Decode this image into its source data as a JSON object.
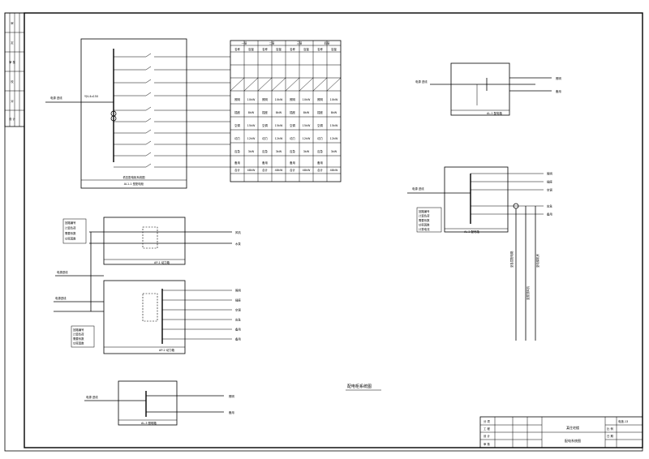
{
  "tblock_col1": [
    "分 项",
    "工 程",
    "设 计",
    "审 核"
  ],
  "tblock_project": "某住宅楼",
  "tblock_title": "配电系统图",
  "tblock_sheet": "电施-13",
  "tblock_scale": "比 例",
  "tblock_date": "日 期",
  "center_note": "配电柜系统图",
  "sideblock_labels": [
    "审",
    "定",
    "审 核",
    "校",
    "对",
    "设 计"
  ],
  "main_panel": {
    "incoming": "电源 进线",
    "cable": "YJV-4x150",
    "footer_1": "低压配电柜系统图",
    "footer_2": "AL1-1 型配电柜"
  },
  "table_header_groups": [
    "一层",
    "二层",
    "三层",
    "四层"
  ],
  "table_subhead": [
    "名称",
    "容量"
  ],
  "table_rows": [
    [
      "照明",
      "10kW",
      "照明",
      "10kW",
      "照明",
      "10kW",
      "照明",
      "10kW"
    ],
    [
      "插座",
      "8kW",
      "插座",
      "8kW",
      "插座",
      "8kW",
      "插座",
      "8kW"
    ],
    [
      "空调",
      "15kW",
      "空调",
      "15kW",
      "空调",
      "15kW",
      "空调",
      "15kW"
    ],
    [
      "动力",
      "12kW",
      "动力",
      "12kW",
      "动力",
      "12kW",
      "动力",
      "12kW"
    ],
    [
      "应急",
      "3kW",
      "应急",
      "3kW",
      "应急",
      "3kW",
      "应急",
      "3kW"
    ],
    [
      "备用",
      "",
      "备用",
      "",
      "备用",
      "",
      "备用",
      ""
    ]
  ],
  "table_totals": [
    "合计",
    "48kW",
    "合计",
    "48kW",
    "合计",
    "48kW",
    "合计",
    "48kW"
  ],
  "right_top": {
    "incoming": "电源 进线",
    "out1": "照明",
    "out2": "备用",
    "footer": "AL-1 配电箱"
  },
  "right_mid": {
    "incoming": "电源 进线",
    "footer": "AL-2 配电箱",
    "outs": [
      "照明",
      "插座",
      "空调",
      "应急",
      "备用"
    ],
    "legend": [
      "回路编号",
      "计算负荷",
      "需要系数",
      "功率因数",
      "计算电流"
    ]
  },
  "vertical_labels": [
    "至各层配电箱",
    "至屋顶风机",
    "至电梯机房"
  ],
  "left_mid_top": {
    "incoming": "电源进线",
    "footer": "AP-1 动力箱",
    "outs": [
      "风机",
      "水泵"
    ],
    "legend": [
      "回路编号",
      "计算负荷",
      "需要系数",
      "功率因数"
    ]
  },
  "left_mid_bot": {
    "incoming": "电源进线",
    "footer": "AP-2 动力箱",
    "outs": [
      "照明",
      "插座",
      "空调",
      "应急",
      "备用",
      "备用"
    ],
    "legend": [
      "回路编号",
      "计算负荷",
      "需要系数",
      "功率因数"
    ]
  },
  "bottom_small": {
    "incoming": "电源 进线",
    "footer": "AL-3 照明箱",
    "outs": [
      "照明",
      "备用"
    ]
  }
}
